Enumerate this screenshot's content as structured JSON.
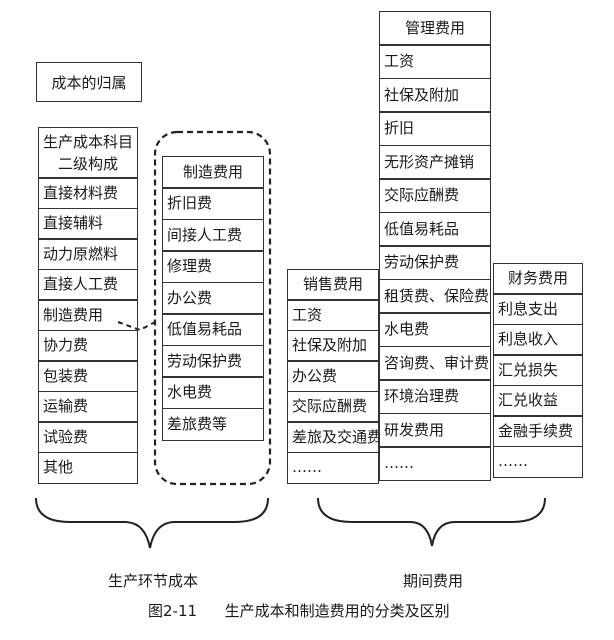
{
  "title_box": "成本的归属",
  "production_cost": {
    "header_line1": "生产成本科目",
    "header_line2": "二级构成",
    "items": [
      "直接材料费",
      "直接辅料",
      "动力原燃料",
      "直接人工费",
      "制造费用",
      "协力费",
      "包装费",
      "运输费",
      "试验费",
      "其他"
    ]
  },
  "manufacturing_overhead": {
    "header": "制造费用",
    "items": [
      "折旧费",
      "间接人工费",
      "修理费",
      "办公费",
      "低值易耗品",
      "劳动保护费",
      "水电费",
      "差旅费等"
    ]
  },
  "sales_expense": {
    "header": "销售费用",
    "items": [
      "工资",
      "社保及附加",
      "办公费",
      "交际应酬费",
      "差旅及交通费",
      "……"
    ]
  },
  "management_expense": {
    "header": "管理费用",
    "items": [
      "工资",
      "社保及附加",
      "折旧",
      "无形资产摊销",
      "交际应酬费",
      "低值易耗品",
      "劳动保护费",
      "租赁费、保险费",
      "水电费",
      "咨询费、审计费",
      "环境治理费",
      "研发费用",
      "……"
    ]
  },
  "finance_expense": {
    "header": "财务费用",
    "items": [
      "利息支出",
      "利息收入",
      "汇兑损失",
      "汇兑收益",
      "金融手续费",
      "……"
    ]
  },
  "brace_labels": {
    "production_stage_cost": "生产环节成本",
    "period_expense": "期间费用"
  },
  "figure_caption": {
    "number": "图2-11",
    "text": "生产成本和制造费用的分类及区别"
  }
}
